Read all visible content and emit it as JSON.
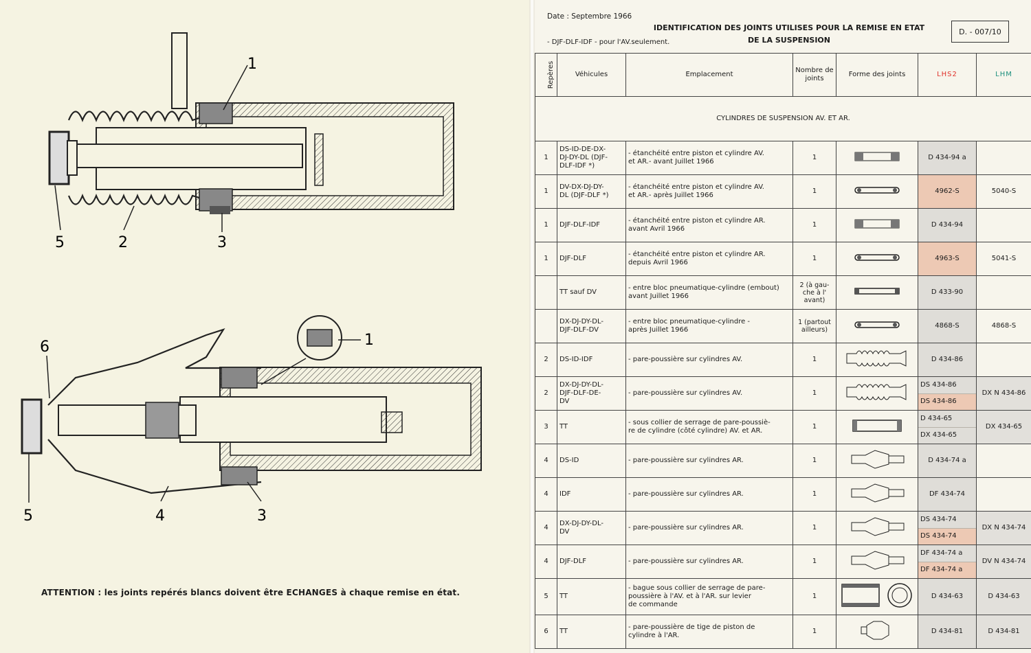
{
  "left": {
    "diagram1": {
      "callouts": [
        "1",
        "5",
        "2",
        "3"
      ]
    },
    "diagram2": {
      "callouts": [
        "6",
        "1",
        "5",
        "4",
        "3"
      ]
    },
    "attention": "ATTENTION : les joints repérés blancs doivent être ECHANGES à chaque remise en état."
  },
  "header": {
    "date": "Date : Septembre 1966",
    "title_line1": "IDENTIFICATION DES JOINTS UTILISES POUR LA REMISE EN ETAT",
    "title_line2": "DE LA SUSPENSION",
    "ref": "D. - 007/10",
    "djf_note": "- DJF-DLF-IDF - pour l'AV.seulement."
  },
  "columns": {
    "reperes": "Repères",
    "vehicules": "Véhicules",
    "emplacement": "Emplacement",
    "nombre": "Nombre de joints",
    "forme": "Forme des joints",
    "lhs2": "LHS2",
    "lhm": "LHM"
  },
  "section": "CYLINDRES DE SUSPENSION AV. ET AR.",
  "rows": [
    {
      "rep": "1",
      "veh": "DS-ID-DE-DX-\nDJ-DY-DL (DJF-\nDLF-IDF *)",
      "emp": "- étanchéité entre piston et cylindre AV.\n  et AR.- avant Juillet 1966",
      "nb": "1",
      "lhs2": "D 434-94 a",
      "lhm": ""
    },
    {
      "rep": "1",
      "veh": "DV-DX-DJ-DY-\nDL (DJF-DLF *)",
      "emp": "- étanchéité entre piston et cylindre AV.\n  et AR.- après Juillet 1966",
      "nb": "1",
      "lhs2": "4962-S",
      "lhm": "5040-S"
    },
    {
      "rep": "1",
      "veh": "DJF-DLF-IDF",
      "emp": "- étanchéité entre piston et cylindre AR.\n  avant Avril 1966",
      "nb": "1",
      "lhs2": "D 434-94",
      "lhm": ""
    },
    {
      "rep": "1",
      "veh": "DJF-DLF",
      "emp": "- étanchéité entre piston et cylindre AR.\n  depuis Avril 1966",
      "nb": "1",
      "lhs2": "4963-S",
      "lhm": "5041-S"
    },
    {
      "rep": "",
      "veh": "TT sauf DV",
      "emp": "- entre bloc pneumatique-cylindre (embout)\n  avant Juillet 1966",
      "nb": "2 (à gau-\nche à l'\navant)",
      "lhs2": "D 433-90",
      "lhm": ""
    },
    {
      "rep": "",
      "veh": "DX-DJ-DY-DL-\nDJF-DLF-DV",
      "emp": "- entre bloc pneumatique-cylindre -\n  après Juillet 1966",
      "nb": "1 (partout\nailleurs)",
      "lhs2": "4868-S",
      "lhm": "4868-S"
    },
    {
      "rep": "2",
      "veh": "DS-ID-IDF",
      "emp": "- pare-poussière sur cylindres AV.",
      "nb": "1",
      "lhs2": "D 434-86",
      "lhm": ""
    },
    {
      "rep": "2",
      "veh": "DX-DJ-DY-DL-\nDJF-DLF-DE-\nDV",
      "emp": "- pare-poussière sur cylindres AV.",
      "nb": "1",
      "lhs2_top": "DS 434-86",
      "lhs2_bot": "DS 434-86",
      "lhm": "DX N 434-86"
    },
    {
      "rep": "3",
      "veh": "TT",
      "emp": "- sous collier de serrage de pare-poussiè-\n  re de cylindre (côté cylindre) AV. et AR.",
      "nb": "1",
      "lhs2_top": "D 434-65",
      "lhs2_bot": "DX 434-65",
      "lhm": "DX 434-65"
    },
    {
      "rep": "4",
      "veh": "DS-ID",
      "emp": "- pare-poussière sur cylindres AR.",
      "nb": "1",
      "lhs2": "D 434-74 a",
      "lhm": ""
    },
    {
      "rep": "4",
      "veh": "IDF",
      "emp": "- pare-poussière sur cylindres AR.",
      "nb": "1",
      "lhs2": "DF 434-74",
      "lhm": ""
    },
    {
      "rep": "4",
      "veh": "DX-DJ-DY-DL-\nDV",
      "emp": "- pare-poussière sur cylindres AR.",
      "nb": "1",
      "lhs2_top": "DS 434-74",
      "lhs2_bot": "DS 434-74",
      "lhm": "DX N 434-74"
    },
    {
      "rep": "4",
      "veh": "DJF-DLF",
      "emp": "- pare-poussière sur cylindres AR.",
      "nb": "1",
      "lhs2_top": "DF 434-74 a",
      "lhs2_bot": "DF 434-74 a",
      "lhm": "DV N 434-74"
    },
    {
      "rep": "5",
      "veh": "TT",
      "emp": "- bague sous collier de serrage de pare-\n  poussière à l'AV. et à l'AR. sur levier\n  de commande",
      "nb": "1",
      "lhs2": "D 434-63",
      "lhm": "D 434-63"
    },
    {
      "rep": "6",
      "veh": "TT",
      "emp": "- pare-poussière de tige de piston de\n  cylindre à l'AR.",
      "nb": "1",
      "lhs2": "D 434-81",
      "lhm": "D 434-81"
    }
  ],
  "colors": {
    "lhs2": "#e0302a",
    "lhm": "#1c8f7d",
    "pink": "#edc9b4",
    "grey": "#dfddd8"
  }
}
